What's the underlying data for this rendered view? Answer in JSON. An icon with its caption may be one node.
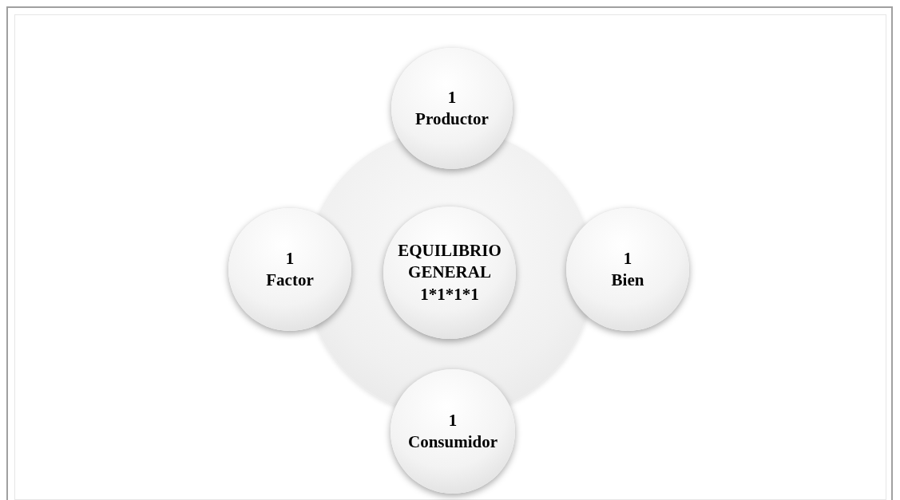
{
  "diagram": {
    "nodes": [
      {
        "text": [],
        "shape": "circle"
      },
      {
        "text": [
          "1 Productor"
        ]
      },
      {
        "text": [
          "1 Factor"
        ]
      },
      {
        "text": [
          "EQUILIBRIO GENERAL 1*1*1*1"
        ],
        "in": 0
      },
      {
        "text": [
          "1 Bien"
        ]
      },
      {
        "text": [
          "1 Consumidor"
        ]
      }
    ]
  }
}
